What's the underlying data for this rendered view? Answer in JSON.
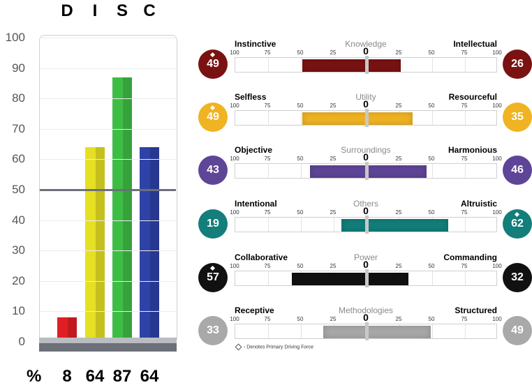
{
  "disc": {
    "letters": [
      "D",
      "I",
      "S",
      "C"
    ],
    "percent_label": "%",
    "percents": [
      "8",
      "64",
      "87",
      "64"
    ]
  },
  "chart_data": [
    {
      "type": "bar",
      "categories": [
        "D",
        "I",
        "S",
        "C"
      ],
      "values": [
        8,
        64,
        87,
        64
      ],
      "colors": [
        "#e01f25",
        "#e6e024",
        "#3ebd45",
        "#2e42a8"
      ],
      "ylim": [
        0,
        100
      ],
      "yticks": [
        "0",
        "10",
        "20",
        "30",
        "40",
        "50",
        "60",
        "70",
        "80",
        "90",
        "100"
      ],
      "reference_line": 50
    },
    {
      "type": "bar",
      "orientation": "horizontal-diverging",
      "scale_labels": [
        "100",
        "75",
        "50",
        "25",
        "0",
        "25",
        "50",
        "75",
        "100"
      ],
      "xlim": [
        -100,
        100
      ],
      "legend": "- Denotes Primary Driving Force",
      "scales": [
        {
          "name": "Knowledge",
          "left_label": "Instinctive",
          "right_label": "Intellectual",
          "left_value": "49",
          "right_value": "26",
          "color": "#7a1212",
          "left_primary": true,
          "right_primary": false,
          "range": [
            -49,
            26
          ]
        },
        {
          "name": "Utility",
          "left_label": "Selfless",
          "right_label": "Resourceful",
          "left_value": "49",
          "right_value": "35",
          "color": "#f0b322",
          "left_primary": true,
          "right_primary": false,
          "range": [
            -49,
            35
          ]
        },
        {
          "name": "Surroundings",
          "left_label": "Objective",
          "right_label": "Harmonious",
          "left_value": "43",
          "right_value": "46",
          "color": "#5f4597",
          "left_primary": false,
          "right_primary": false,
          "range": [
            -43,
            46
          ]
        },
        {
          "name": "Others",
          "left_label": "Intentional",
          "right_label": "Altruistic",
          "left_value": "19",
          "right_value": "62",
          "color": "#137e7a",
          "left_primary": false,
          "right_primary": true,
          "range": [
            -19,
            62
          ]
        },
        {
          "name": "Power",
          "left_label": "Collaborative",
          "right_label": "Commanding",
          "left_value": "57",
          "right_value": "32",
          "color": "#111111",
          "left_primary": true,
          "right_primary": false,
          "range": [
            -57,
            32
          ]
        },
        {
          "name": "Methodologies",
          "left_label": "Receptive",
          "right_label": "Structured",
          "left_value": "33",
          "right_value": "49",
          "color": "#a9a9a9",
          "left_primary": false,
          "right_primary": false,
          "range": [
            -33,
            49
          ]
        }
      ]
    }
  ]
}
